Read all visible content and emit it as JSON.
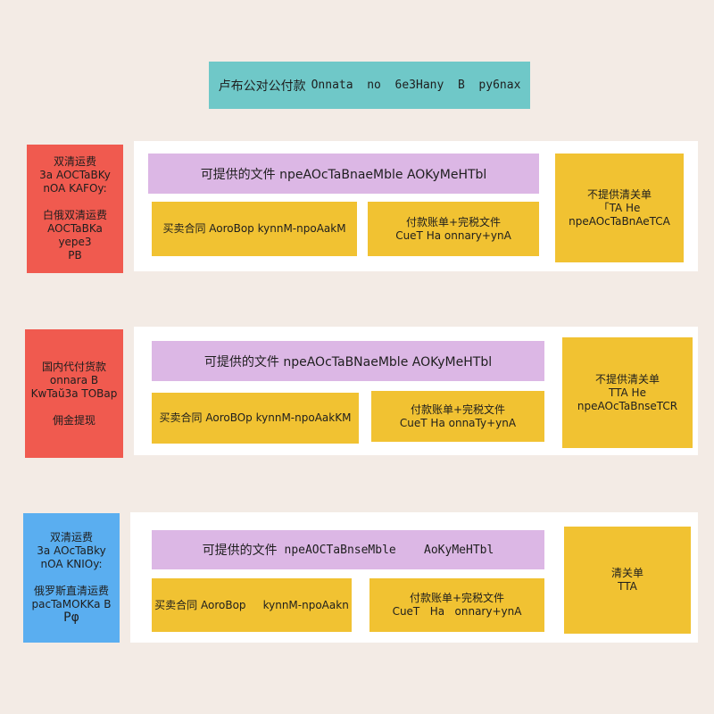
{
  "title": {
    "cn": "卢布公对公付款",
    "ru": "Onnata  no  6e3Hany  B  py6nax"
  },
  "rows": [
    {
      "side": [
        "双清运费",
        "3a AOCTaBKy",
        "nOA KAFOy:",
        "",
        "白俄双清运费",
        "AOCTaBKa yepe3",
        "PB"
      ],
      "docs_header": "可提供的文件 npeAOcTaBnaeMble AOKyMeHTbl",
      "contract": [
        "买卖合同 AoroBop    kynnM-npoAakM"
      ],
      "invoice": [
        "付款账单+完税文件",
        "CueT  Ha  onnary+ynA"
      ],
      "customs": [
        "不提供清关单",
        "「TA  He",
        "npeAOcTaBnAeTCA"
      ]
    },
    {
      "side": [
        "国内代付货款",
        "onnara   B",
        "KwTaŭ3a  TOBap",
        "",
        "佣金提现"
      ],
      "docs_header": "可提供的文件 npeAOcTaBNaeMble AOKyMeHTbl",
      "contract": [
        "买卖合同 AoroBOp kynnM-npoAakKM"
      ],
      "invoice": [
        "付款账单+完税文件",
        "CueT  Ha  onnaTy+ynA"
      ],
      "customs": [
        "不提供清关单",
        "TTA He",
        "npeAOcTaBnseTCR"
      ]
    },
    {
      "side": [
        "双清运费",
        "3a AOcTaBky",
        "nOA  KNIOy:",
        "",
        "俄罗斯直清运费",
        "pacTaMOKKa  B",
        "Рφ"
      ],
      "docs_header_cn": "可提供的文件",
      "docs_header_ru": " npeAOCTaBnseMble    AoKyMeHTbl",
      "contract": [
        "买卖合同 AoroBop     kynnM-npoAakn"
      ],
      "invoice": [
        "付款账单+完税文件",
        "CueT   Ha   onnary+ynA"
      ],
      "customs": [
        "清关单",
        "TTA"
      ]
    }
  ],
  "colors": {
    "background": "#f3ebe5",
    "title": "#6fc8c8",
    "side_red": "#f05a4f",
    "side_blue": "#5aaef0",
    "panel": "#ffffff",
    "docs_header": "#dcb7e5",
    "doc_box": "#f1c232"
  }
}
